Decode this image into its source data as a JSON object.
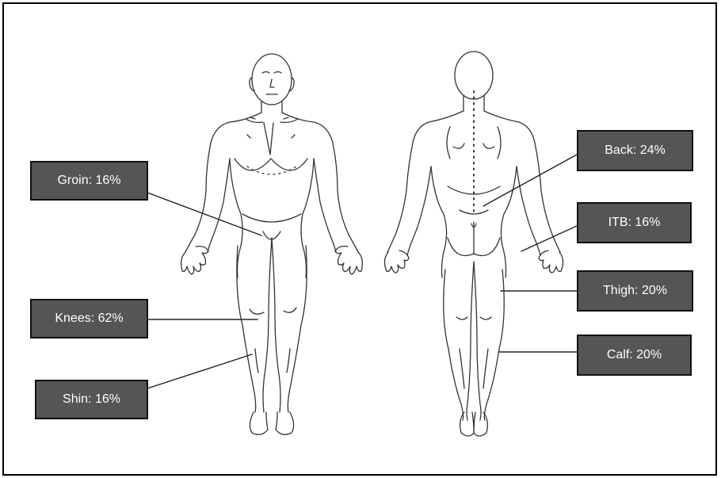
{
  "labels": {
    "groin": "Groin: 16%",
    "knees": "Knees: 62%",
    "shin": "Shin: 16%",
    "back": "Back: 24%",
    "itb": "ITB: 16%",
    "thigh": "Thigh: 20%",
    "calf": "Calf: 20%"
  },
  "colors": {
    "label_fill": "#555555",
    "label_text": "#ffffff",
    "line": "#222222"
  }
}
